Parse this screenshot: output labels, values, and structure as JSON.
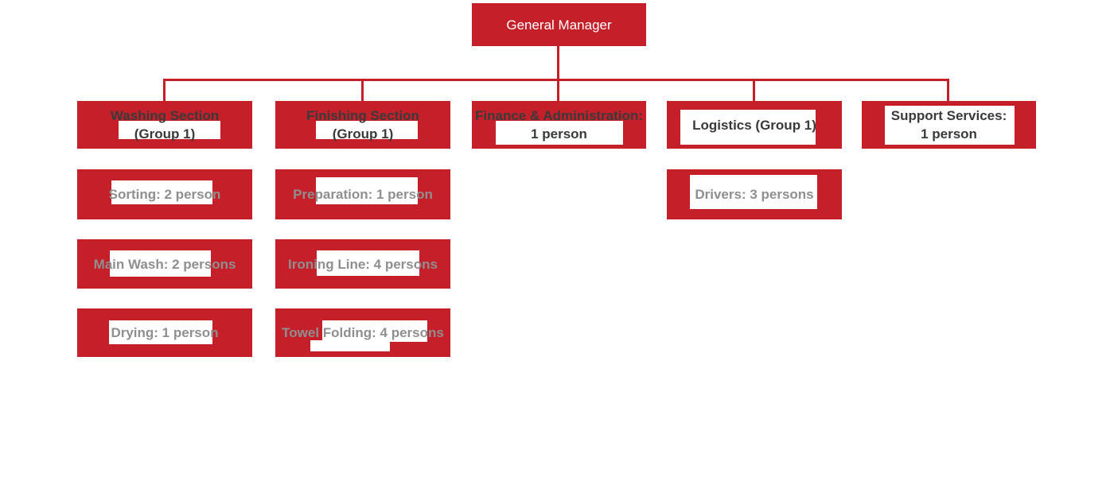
{
  "colors": {
    "accent_red": "#c5202a",
    "connector_red": "#c5202a",
    "dept_text": "#3a3a3a",
    "sub_text": "#8f8f8f",
    "root_text": "#ffffff",
    "label_background": "#ffffff",
    "page_background": "#ffffff"
  },
  "org_chart": {
    "type": "organization-chart",
    "root": {
      "label": "General Manager"
    },
    "departments": [
      {
        "name": "washing-section",
        "line1": "Washing Section",
        "line2": "(Group 1)",
        "children": [
          {
            "label": "Sorting: 2 person"
          },
          {
            "label": "Main Wash: 2 persons"
          },
          {
            "label": "Drying: 1 person"
          }
        ]
      },
      {
        "name": "finishing-section",
        "line1": "Finishing Section",
        "line2": "(Group 1)",
        "children": [
          {
            "label": "Preparation: 1 person"
          },
          {
            "label": "Ironing Line: 4 persons"
          },
          {
            "label": "Towel Folding: 4 persons"
          }
        ]
      },
      {
        "name": "finance-administration",
        "line1": "Finance & Administration:",
        "line2": "1 person",
        "children": []
      },
      {
        "name": "logistics",
        "line1": "Logistics (Group 1)",
        "line2": "",
        "children": [
          {
            "label": "Drivers: 3 persons"
          }
        ]
      },
      {
        "name": "support-services",
        "line1": "Support Services:",
        "line2": "1 person",
        "children": []
      }
    ]
  }
}
